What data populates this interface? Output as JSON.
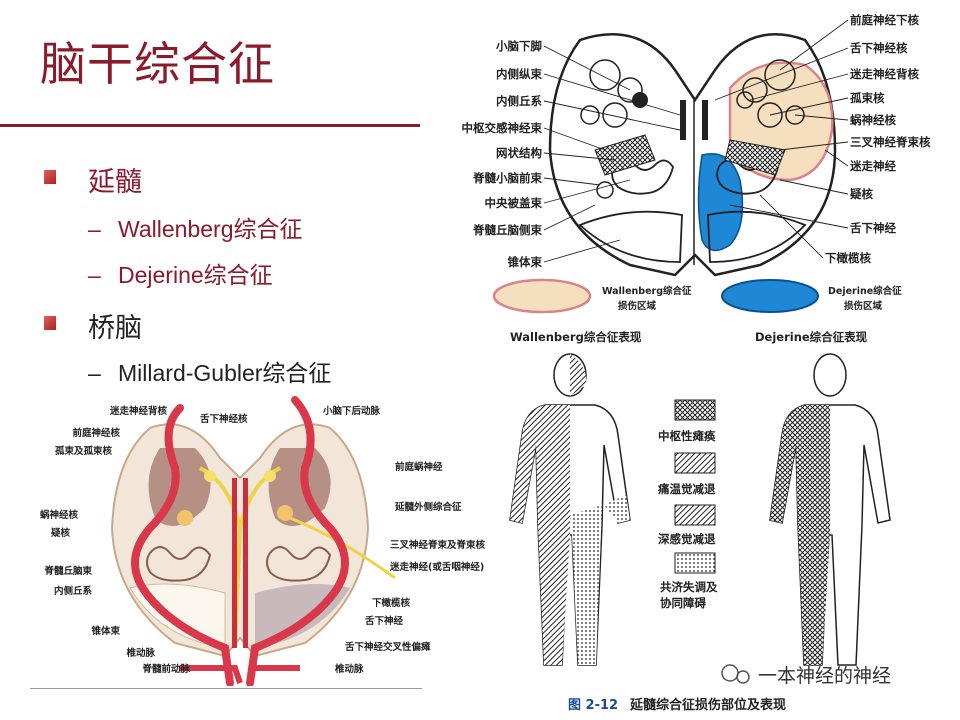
{
  "slide": {
    "title": "脑干综合征",
    "bullets": [
      {
        "text": "延髓",
        "subs": [
          "Wallenberg综合征",
          "Dejerine综合征"
        ]
      },
      {
        "text": "桥脑",
        "subs": [
          "Millard-Gubler综合征"
        ]
      }
    ],
    "dash": "–"
  },
  "medulla_diagram": {
    "left_labels": [
      "小脑下脚",
      "内侧纵束",
      "内侧丘系",
      "中枢交感神经束",
      "网状结构",
      "脊髓小脑前束",
      "中央被盖束",
      "脊髓丘脑侧束",
      "锥体束"
    ],
    "right_labels": [
      "前庭神经下核",
      "舌下神经核",
      "迷走神经背核",
      "孤束核",
      "蜗神经核",
      "三叉神经脊束核",
      "迷走神经",
      "疑核",
      "舌下神经",
      "下橄榄核"
    ],
    "legend": [
      {
        "label_line1": "Wallenberg综合征",
        "label_line2": "损伤区域",
        "color": "#f6dfbe"
      },
      {
        "label_line1": "Dejerine综合征",
        "label_line2": "损伤区域",
        "color": "#1e87d6"
      }
    ]
  },
  "body_diagram": {
    "left_title": "Wallenberg综合征表现",
    "right_title": "Dejerine综合征表现",
    "legend": [
      "中枢性瘫痪",
      "痛温觉减退",
      "深感觉减退",
      "共济失调及",
      "协同障碍"
    ],
    "figure_number": "图 2-12",
    "figure_caption": "延髓综合征损伤部位及表现"
  },
  "color_medulla": {
    "top_labels": [
      "迷走神经背核",
      "舌下神经核",
      "小脑下后动脉"
    ],
    "left_labels": [
      "前庭神经核",
      "孤束及孤束核",
      "蜗神经核",
      "疑核",
      "脊髓丘脑束",
      "内侧丘系",
      "锥体束",
      "椎动脉",
      "脊髓前动脉"
    ],
    "right_labels": [
      "前庭蜗神经",
      "延髓外侧综合征",
      "三叉神经脊束及脊束核",
      "迷走神经(或舌咽神经)",
      "下橄榄核",
      "舌下神经",
      "舌下神经交叉性偏瘫",
      "椎动脉"
    ]
  },
  "watermark": "一本神经的神经",
  "colors": {
    "accent": "#8b1a2b",
    "wallenberg": "#f6dfbe",
    "dejerine": "#1e87d6",
    "artery": "#d8384a"
  }
}
